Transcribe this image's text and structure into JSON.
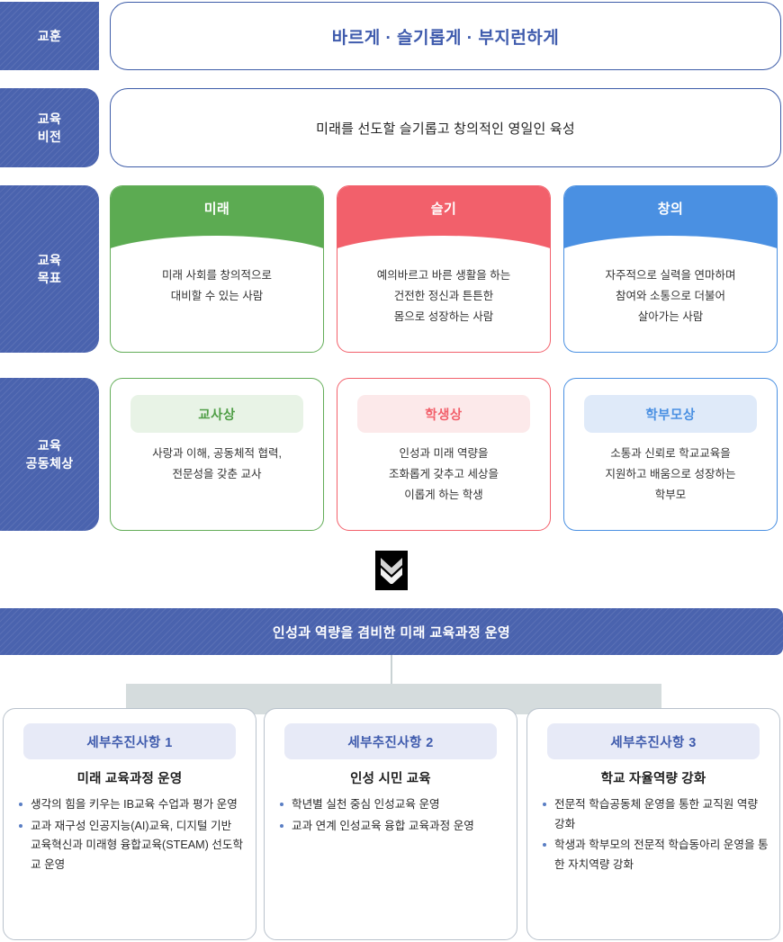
{
  "rows": {
    "motto": {
      "rail_label": "교훈",
      "text": "바르게 · 슬기롭게 · 부지런하게"
    },
    "vision": {
      "rail_label": "교육\n비전",
      "rail_line1": "교육",
      "rail_line2": "비전",
      "text": "미래를 선도할 슬기롭고 창의적인 영일인 육성"
    },
    "goals": {
      "rail_line1": "교육",
      "rail_line2": "목표",
      "cards": [
        {
          "cap": "미래",
          "color": "#5cab52",
          "body_lines": [
            "미래 사회를 창의적으로",
            "대비할 수 있는 사람"
          ]
        },
        {
          "cap": "슬기",
          "color": "#f2606b",
          "body_lines": [
            "예의바르고 바른 생활을 하는",
            "건전한 정신과 튼튼한",
            "몸으로 성장하는 사람"
          ]
        },
        {
          "cap": "창의",
          "color": "#4a90e2",
          "body_lines": [
            "자주적으로 실력을 연마하며",
            "참여와 소통으로 더불어",
            "살아가는 사람"
          ]
        }
      ]
    },
    "community": {
      "rail_line1": "교육",
      "rail_line2": "공동체상",
      "cards": [
        {
          "pill": "교사상",
          "color": "#4f9e46",
          "pill_bg": "#e8f3e6",
          "body_lines": [
            "사랑과 이해, 공동체적 협력,",
            "전문성을 갖춘 교사"
          ]
        },
        {
          "pill": "학생상",
          "color": "#f2606b",
          "pill_bg": "#fce9ea",
          "body_lines": [
            "인성과 미래 역량을",
            "조화롭게 갖추고 세상을",
            "이롭게 하는 학생"
          ]
        },
        {
          "pill": "학부모상",
          "color": "#4a90e2",
          "pill_bg": "#dfeaf9",
          "body_lines": [
            "소통과 신뢰로 학교교육을",
            "지원하고 배움으로 성장하는",
            "학부모"
          ]
        }
      ]
    }
  },
  "arrow": {
    "icon": "double-chevron-down-icon"
  },
  "banner": {
    "text": "인성과 역량을 겸비한 미래 교육과정 운영",
    "color": "#4a63ae"
  },
  "details": [
    {
      "pill": "세부추진사항 1",
      "title": "미래 교육과정 운영",
      "bullets": [
        "생각의 힘을 키우는 IB교육 수업과 평가 운영",
        "교과 재구성 인공지능(AI)교육, 디지털 기반 교육혁신과 미래형 융합교육(STEAM) 선도학교 운영"
      ]
    },
    {
      "pill": "세부추진사항 2",
      "title": "인성 시민 교육",
      "bullets": [
        "학년별 실천 중심 인성교육 운영",
        "교과 연계 인성교육 융합 교육과정 운영"
      ]
    },
    {
      "pill": "세부추진사항 3",
      "title": "학교 자율역량 강화",
      "bullets": [
        "전문적 학습공동체 운영을 통한 교직원 역량 강화",
        "학생과 학부모의 전문적 학습동아리 운영을 통한 자치역량 강화"
      ]
    }
  ],
  "palette": {
    "navy": "#4a63ae",
    "border_blue": "#3d5ca8",
    "green": "#5cab52",
    "red": "#f2606b",
    "blue": "#4a90e2",
    "connector_gray": "#d5dcdd"
  }
}
